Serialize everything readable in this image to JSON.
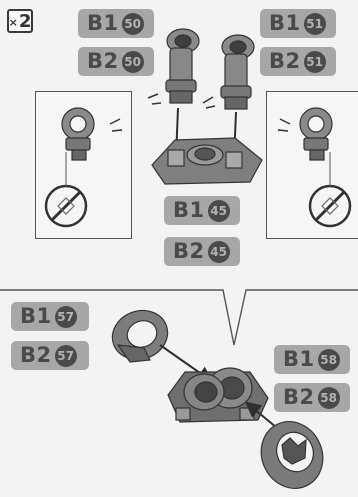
{
  "multiplier": {
    "x": "×",
    "count": "2"
  },
  "labels": {
    "top_left": [
      {
        "part": "B1",
        "num": "50"
      },
      {
        "part": "B2",
        "num": "50"
      }
    ],
    "top_right": [
      {
        "part": "B1",
        "num": "51"
      },
      {
        "part": "B2",
        "num": "51"
      }
    ],
    "center": [
      {
        "part": "B1",
        "num": "45"
      },
      {
        "part": "B2",
        "num": "45"
      }
    ],
    "bottom_left": [
      {
        "part": "B1",
        "num": "57"
      },
      {
        "part": "B2",
        "num": "57"
      }
    ],
    "bottom_right": [
      {
        "part": "B1",
        "num": "58"
      },
      {
        "part": "B2",
        "num": "58"
      }
    ]
  },
  "colors": {
    "label_bg": "#a7a7a7",
    "label_text": "#4a4a4a",
    "part_fill": "#7d7d7d",
    "part_dark": "#444444",
    "prohibit_red": "#333333"
  },
  "icons": [
    "check-ok-icon",
    "no-fit-prohibited-icon",
    "assembly-arrow-icon"
  ]
}
